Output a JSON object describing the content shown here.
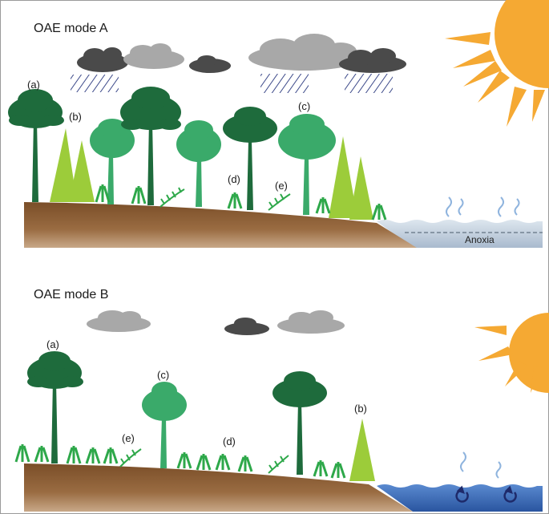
{
  "panelA": {
    "title": "OAE mode A",
    "labels": {
      "a": "(a)",
      "b": "(b)",
      "c": "(c)",
      "d": "(d)",
      "e": "(e)"
    },
    "water_label": "Anoxia"
  },
  "panelB": {
    "title": "OAE mode B",
    "labels": {
      "a": "(a)",
      "b": "(b)",
      "c": "(c)",
      "d": "(d)",
      "e": "(e)"
    }
  },
  "colors": {
    "dark_tree": "#1e6b3c",
    "mid_tree": "#3aaa6a",
    "light_conifer": "#9ccc3a",
    "fern_green": "#2ea84a",
    "soil": "#8b5e34",
    "sun": "#f5a933",
    "dark_cloud": "#4a4a4a",
    "light_cloud": "#a8a8a8",
    "rain": "#3d4a8a",
    "water_anoxic": "#b4c3d4",
    "water_oxic": "#3e6fb8",
    "steam": "#8fb4de"
  }
}
